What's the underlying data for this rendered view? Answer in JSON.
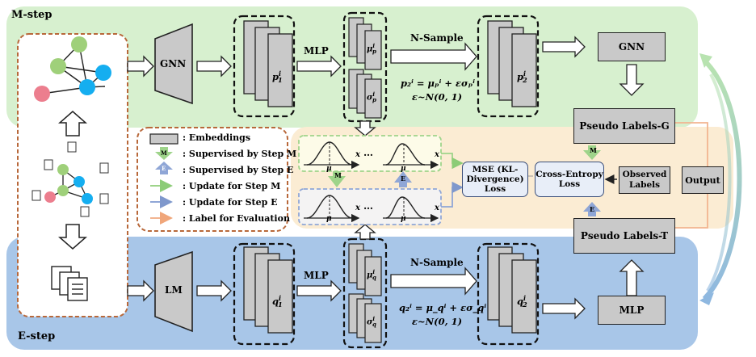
{
  "steps": {
    "m_step": "M-step",
    "e_step": "E-step"
  },
  "top_row": {
    "gnn": "GNN",
    "mlp": "MLP",
    "nsample": "N-Sample",
    "p1": "p",
    "p1_sup": "i",
    "p1_sub": "1",
    "mu_p": "μ",
    "mu_p_sup": "i",
    "mu_p_sub": "p",
    "sigma_p": "σ",
    "sigma_p_sup": "i",
    "sigma_p_sub": "p",
    "p2": "p",
    "p2_sup": "i",
    "p2_sub": "2",
    "formula1": "p₂ⁱ = μₚⁱ + εσₚⁱ",
    "formula2": "ε~N(0, 1)",
    "gnn_right": "GNN"
  },
  "bottom_row": {
    "lm": "LM",
    "mlp": "MLP",
    "nsample": "N-Sample",
    "q1": "q",
    "q1_sup": "i",
    "q1_sub": "1",
    "mu_q": "μ",
    "mu_q_sup": "i",
    "mu_q_sub": "q",
    "sigma_q": "σ",
    "sigma_q_sup": "i",
    "sigma_q_sub": "q",
    "q2": "q",
    "q2_sup": "i",
    "q2_sub": "2",
    "formula1": "q₂ⁱ = μ_qⁱ + εσ_qⁱ",
    "formula2": "ε~N(0, 1)",
    "mlp_right": "MLP"
  },
  "legend": {
    "items": [
      {
        "key": "embeddings",
        "label": ": Embeddings"
      },
      {
        "key": "sup_m",
        "label": ": Supervised by Step M",
        "badge": "M"
      },
      {
        "key": "sup_e",
        "label": ": Supervised by Step E",
        "badge": "E"
      },
      {
        "key": "upd_m",
        "label": ": Update for Step M",
        "color": "#9ed48a"
      },
      {
        "key": "upd_e",
        "label": ": Update for Step E",
        "color": "#8fa6d6"
      },
      {
        "key": "eval",
        "label": ": Label for Evaluation",
        "color": "#f2b490"
      }
    ]
  },
  "middle": {
    "x_label": "x",
    "mu_label": "μ",
    "ellipsis": "…",
    "m_badge": "M",
    "e_badge": "E",
    "mse_box": "MSE (KL-Divergence) Loss",
    "ce_box": "Cross-Entropy Loss",
    "pseudo_g": "Pseudo Labels-G",
    "pseudo_t": "Pseudo Labels-T",
    "observed": "Observed Labels",
    "output": "Output"
  },
  "colors": {
    "green_panel": "#d7f0cf",
    "blue_panel": "#a8c6e8",
    "orange_panel": "#fbecd3",
    "node_green": "#9fd07a",
    "node_blue": "#15aef0",
    "node_pink": "#ec7e8e",
    "update_m": "#9ed48a",
    "update_e": "#8fa6d6",
    "evaluation": "#f2b490"
  }
}
